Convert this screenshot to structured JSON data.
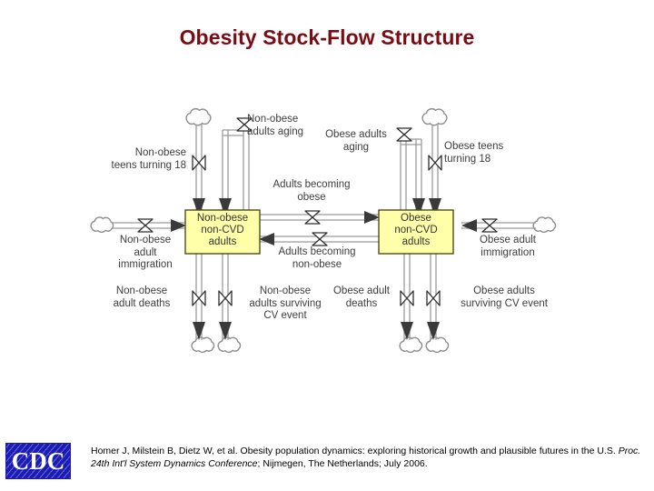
{
  "slide": {
    "title": "Obesity Stock-Flow Structure",
    "title_color": "#7b0c13",
    "background_color": "#ffffff"
  },
  "diagram": {
    "type": "stock-and-flow",
    "stock_fill_color": "#ffffaa",
    "stock_border_color": "#4d4d1a",
    "stocks": [
      {
        "id": "non-obese-non-cvd-adults",
        "line1": "Non-obese",
        "line2": "non-CVD",
        "line3": "adults"
      },
      {
        "id": "obese-non-cvd-adults",
        "line1": "Obese",
        "line2": "non-CVD",
        "line3": "adults"
      }
    ],
    "flows": [
      {
        "id": "non-obese-teens-turning-18",
        "line1": "Non-obese",
        "line2": "teens turning 18"
      },
      {
        "id": "non-obese-adults-aging",
        "line1": "Non-obese",
        "line2": "adults aging"
      },
      {
        "id": "obese-adults-aging",
        "line1": "Obese adults",
        "line2": "aging"
      },
      {
        "id": "obese-teens-turning-18",
        "line1": "Obese teens",
        "line2": "turning 18"
      },
      {
        "id": "non-obese-adult-immigration",
        "line1": "Non-obese",
        "line2": "adult",
        "line3": "immigration"
      },
      {
        "id": "obese-adult-immigration",
        "line1": "Obese adult",
        "line2": "immigration"
      },
      {
        "id": "adults-becoming-obese",
        "line1": "Adults becoming",
        "line2": "obese"
      },
      {
        "id": "adults-becoming-non-obese",
        "line1": "Adults becoming",
        "line2": "non-obese"
      },
      {
        "id": "non-obese-adult-deaths",
        "line1": "Non-obese",
        "line2": "adult deaths"
      },
      {
        "id": "non-obese-adults-surviving-cv-event",
        "line1": "Non-obese",
        "line2": "adults surviving",
        "line3": "CV event"
      },
      {
        "id": "obese-adult-deaths",
        "line1": "Obese adult",
        "line2": "deaths"
      },
      {
        "id": "obese-adults-surviving-cv-event",
        "line1": "Obese adults",
        "line2": "surviving CV event"
      }
    ]
  },
  "footer": {
    "logo_text": "CDC",
    "citation_part1": "Homer J, Milstein B, Dietz W, et al. Obesity population dynamics: exploring historical growth and plausible futures in the U.S. ",
    "citation_italic": "Proc. 24th Int'l System Dynamics Conference",
    "citation_part2": "; Nijmegen, The Netherlands; July 2006."
  }
}
